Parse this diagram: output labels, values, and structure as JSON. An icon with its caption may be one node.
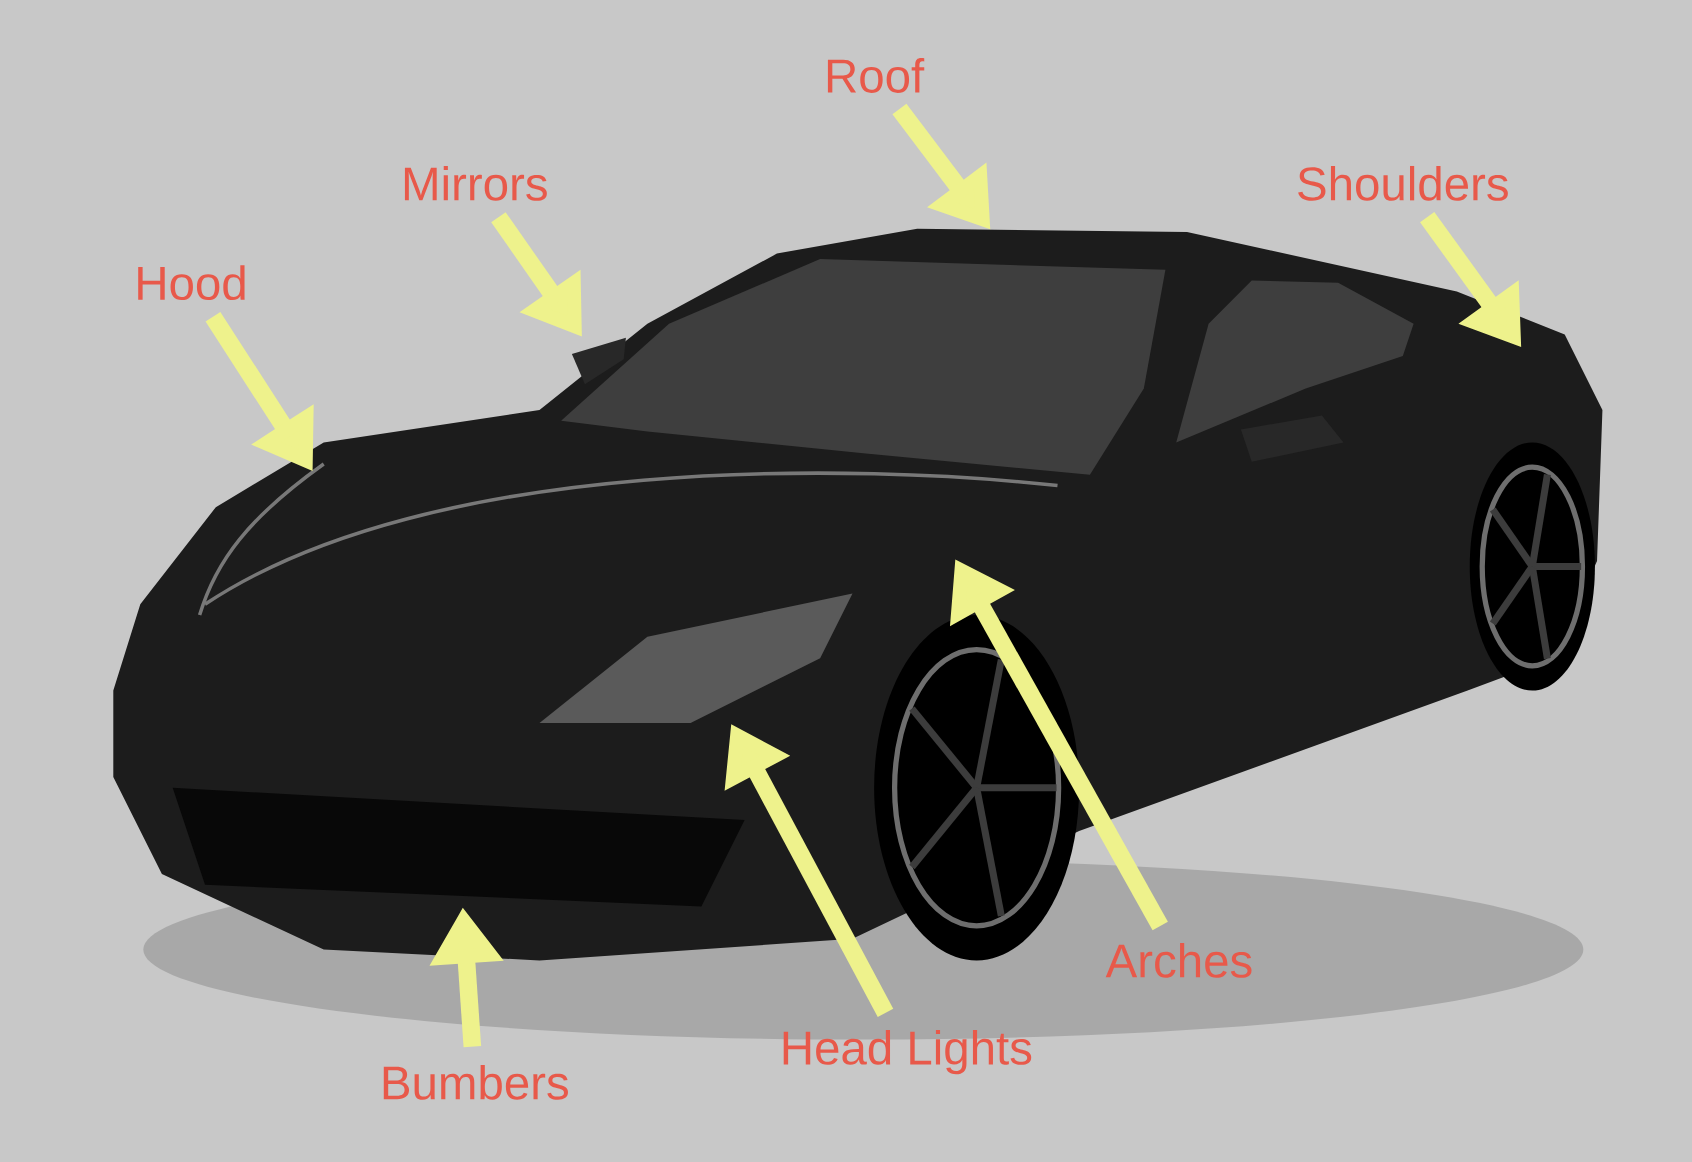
{
  "diagram": {
    "nodes": [
      {
        "text": [
          "Roof"
        ]
      },
      {
        "text": [
          "Mirrors"
        ]
      },
      {
        "text": [
          "Shoulders"
        ]
      },
      {
        "text": [
          "Hood"
        ]
      },
      {
        "text": [
          "Arches"
        ]
      },
      {
        "text": [
          "Head Lights"
        ]
      },
      {
        "text": [
          "Bumbers"
        ]
      },
      {
        "text": [],
        "shape": "picture"
      },
      {
        "text": [],
        "shape": "picture"
      },
      {
        "text": [],
        "shape": "picture"
      },
      {
        "text": [],
        "shape": "picture"
      },
      {
        "text": [],
        "shape": "picture"
      }
    ],
    "edges": [
      {
        "from": 0,
        "to": null,
        "arrow": "to"
      },
      {
        "from": 1,
        "to": 7,
        "arrow": "to"
      },
      {
        "from": 2,
        "to": null,
        "arrow": "to"
      },
      {
        "from": 3,
        "to": null,
        "arrow": "to"
      },
      {
        "from": 4,
        "to": null,
        "arrow": "to"
      },
      {
        "from": 5,
        "to": 8,
        "arrow": "to"
      },
      {
        "from": 6,
        "to": 9,
        "arrow": "to"
      }
    ]
  }
}
